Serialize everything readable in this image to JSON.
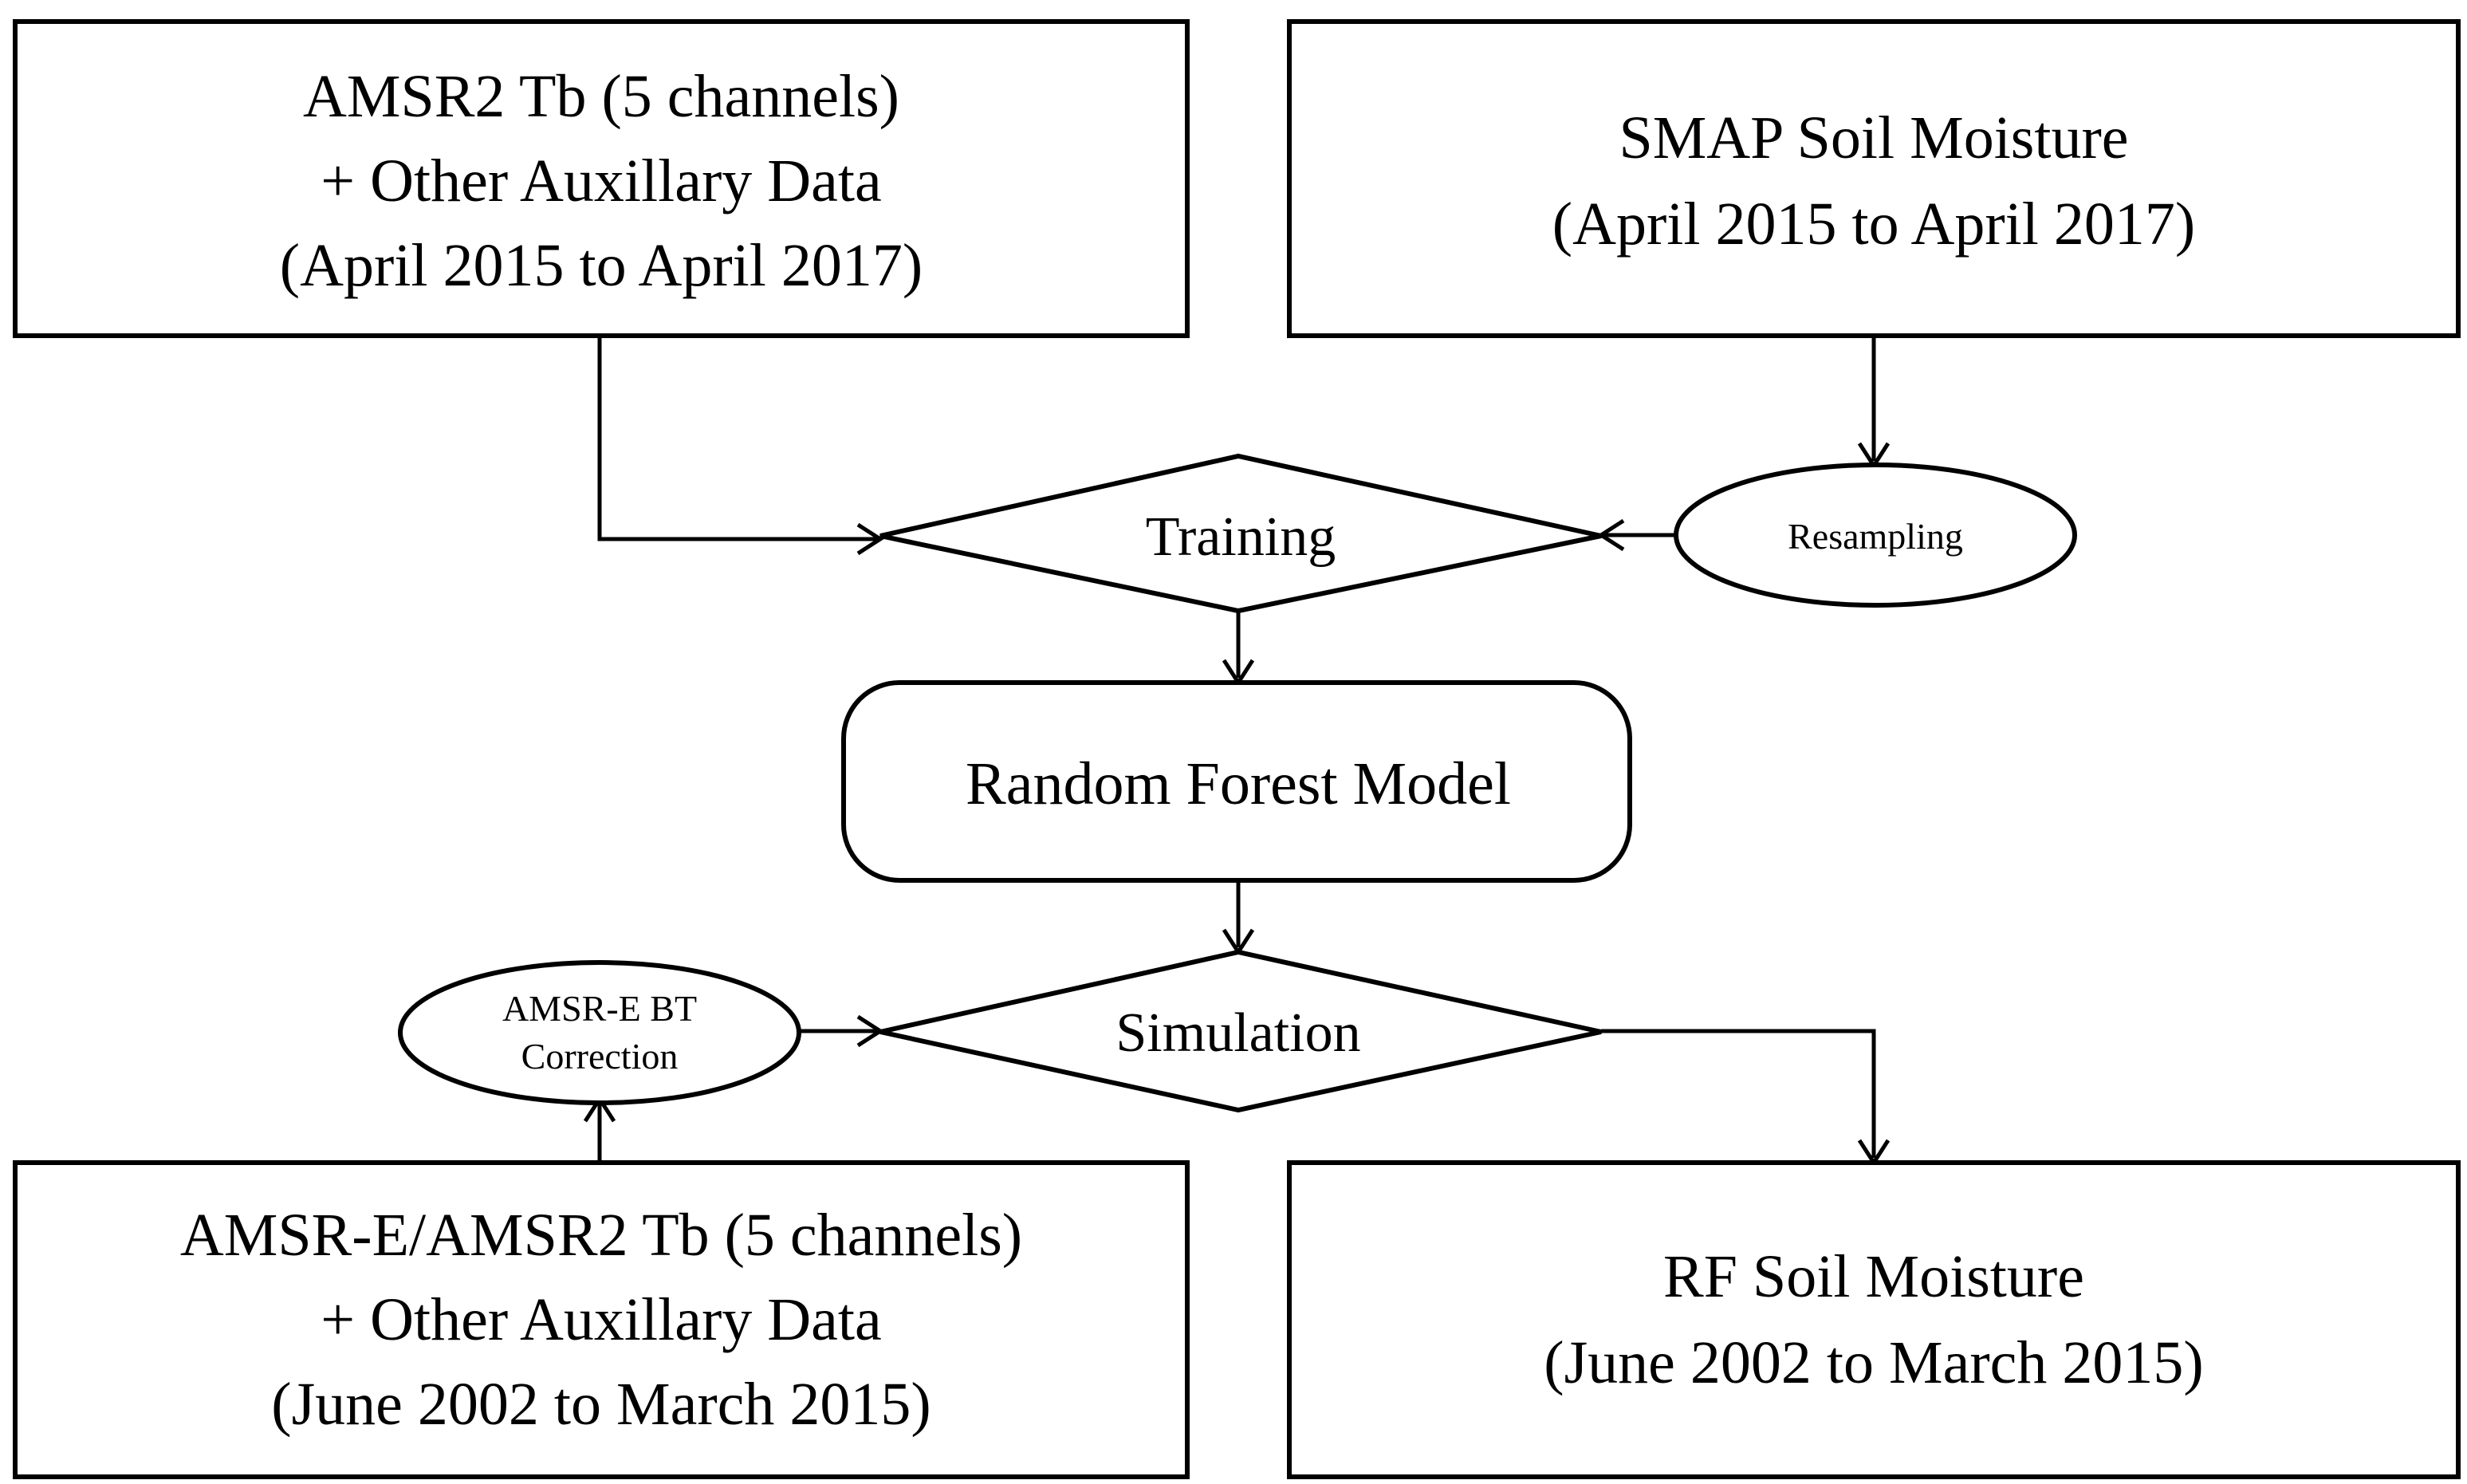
{
  "nodes": {
    "amsr2_input": {
      "lines": [
        "AMSR2 Tb (5 channels)",
        "+ Other Auxillary Data",
        "(April 2015 to April 2017)"
      ]
    },
    "smap_input": {
      "lines": [
        "SMAP Soil Moisture",
        "(April 2015 to April 2017)"
      ]
    },
    "resampling": {
      "lines": [
        "Resampling"
      ]
    },
    "training": {
      "lines": [
        "Training"
      ]
    },
    "rf_model": {
      "lines": [
        "Random Forest Model"
      ]
    },
    "bt_correction": {
      "lines": [
        "AMSR-E BT",
        "Correction"
      ]
    },
    "simulation": {
      "lines": [
        "Simulation"
      ]
    },
    "amsre_input": {
      "lines": [
        "AMSR-E/AMSR2 Tb (5 channels)",
        "+ Other Auxillary Data",
        "(June 2002 to March 2015)"
      ]
    },
    "rf_output": {
      "lines": [
        "RF Soil Moisture",
        "(June 2002 to March 2015)"
      ]
    }
  },
  "edges": [
    {
      "from": "amsr2_input",
      "to": "training"
    },
    {
      "from": "smap_input",
      "to": "resampling"
    },
    {
      "from": "resampling",
      "to": "training"
    },
    {
      "from": "training",
      "to": "rf_model"
    },
    {
      "from": "rf_model",
      "to": "simulation"
    },
    {
      "from": "amsre_input",
      "to": "bt_correction"
    },
    {
      "from": "bt_correction",
      "to": "simulation"
    },
    {
      "from": "simulation",
      "to": "rf_output"
    }
  ]
}
